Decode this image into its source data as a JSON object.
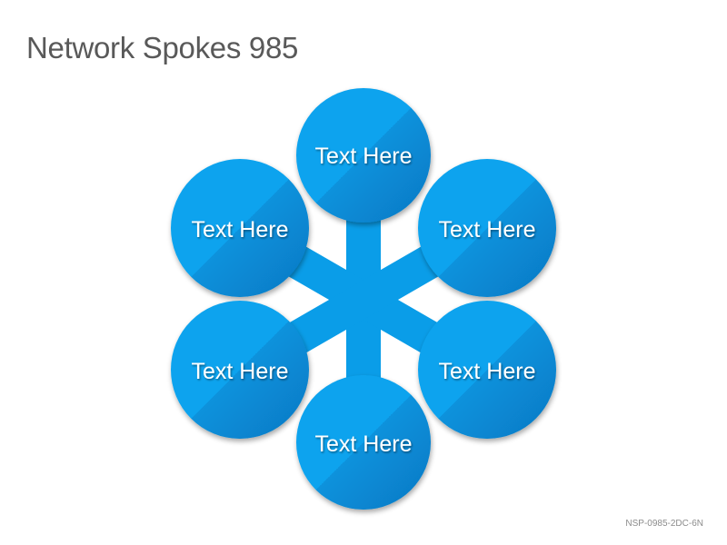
{
  "slide": {
    "title": "Network Spokes 985",
    "code": "NSP-0985-2DC-6N"
  },
  "diagram": {
    "colors": {
      "spoke": "#0a9de8",
      "node": "#0aa3ee",
      "node_shade": "#0882cf",
      "shadow": "#000000"
    },
    "nodes": [
      {
        "id": "top",
        "label": "Text Here"
      },
      {
        "id": "upper-right",
        "label": "Text Here"
      },
      {
        "id": "lower-right",
        "label": "Text Here"
      },
      {
        "id": "bottom",
        "label": "Text Here"
      },
      {
        "id": "lower-left",
        "label": "Text Here"
      },
      {
        "id": "upper-left",
        "label": "Text Here"
      }
    ]
  }
}
